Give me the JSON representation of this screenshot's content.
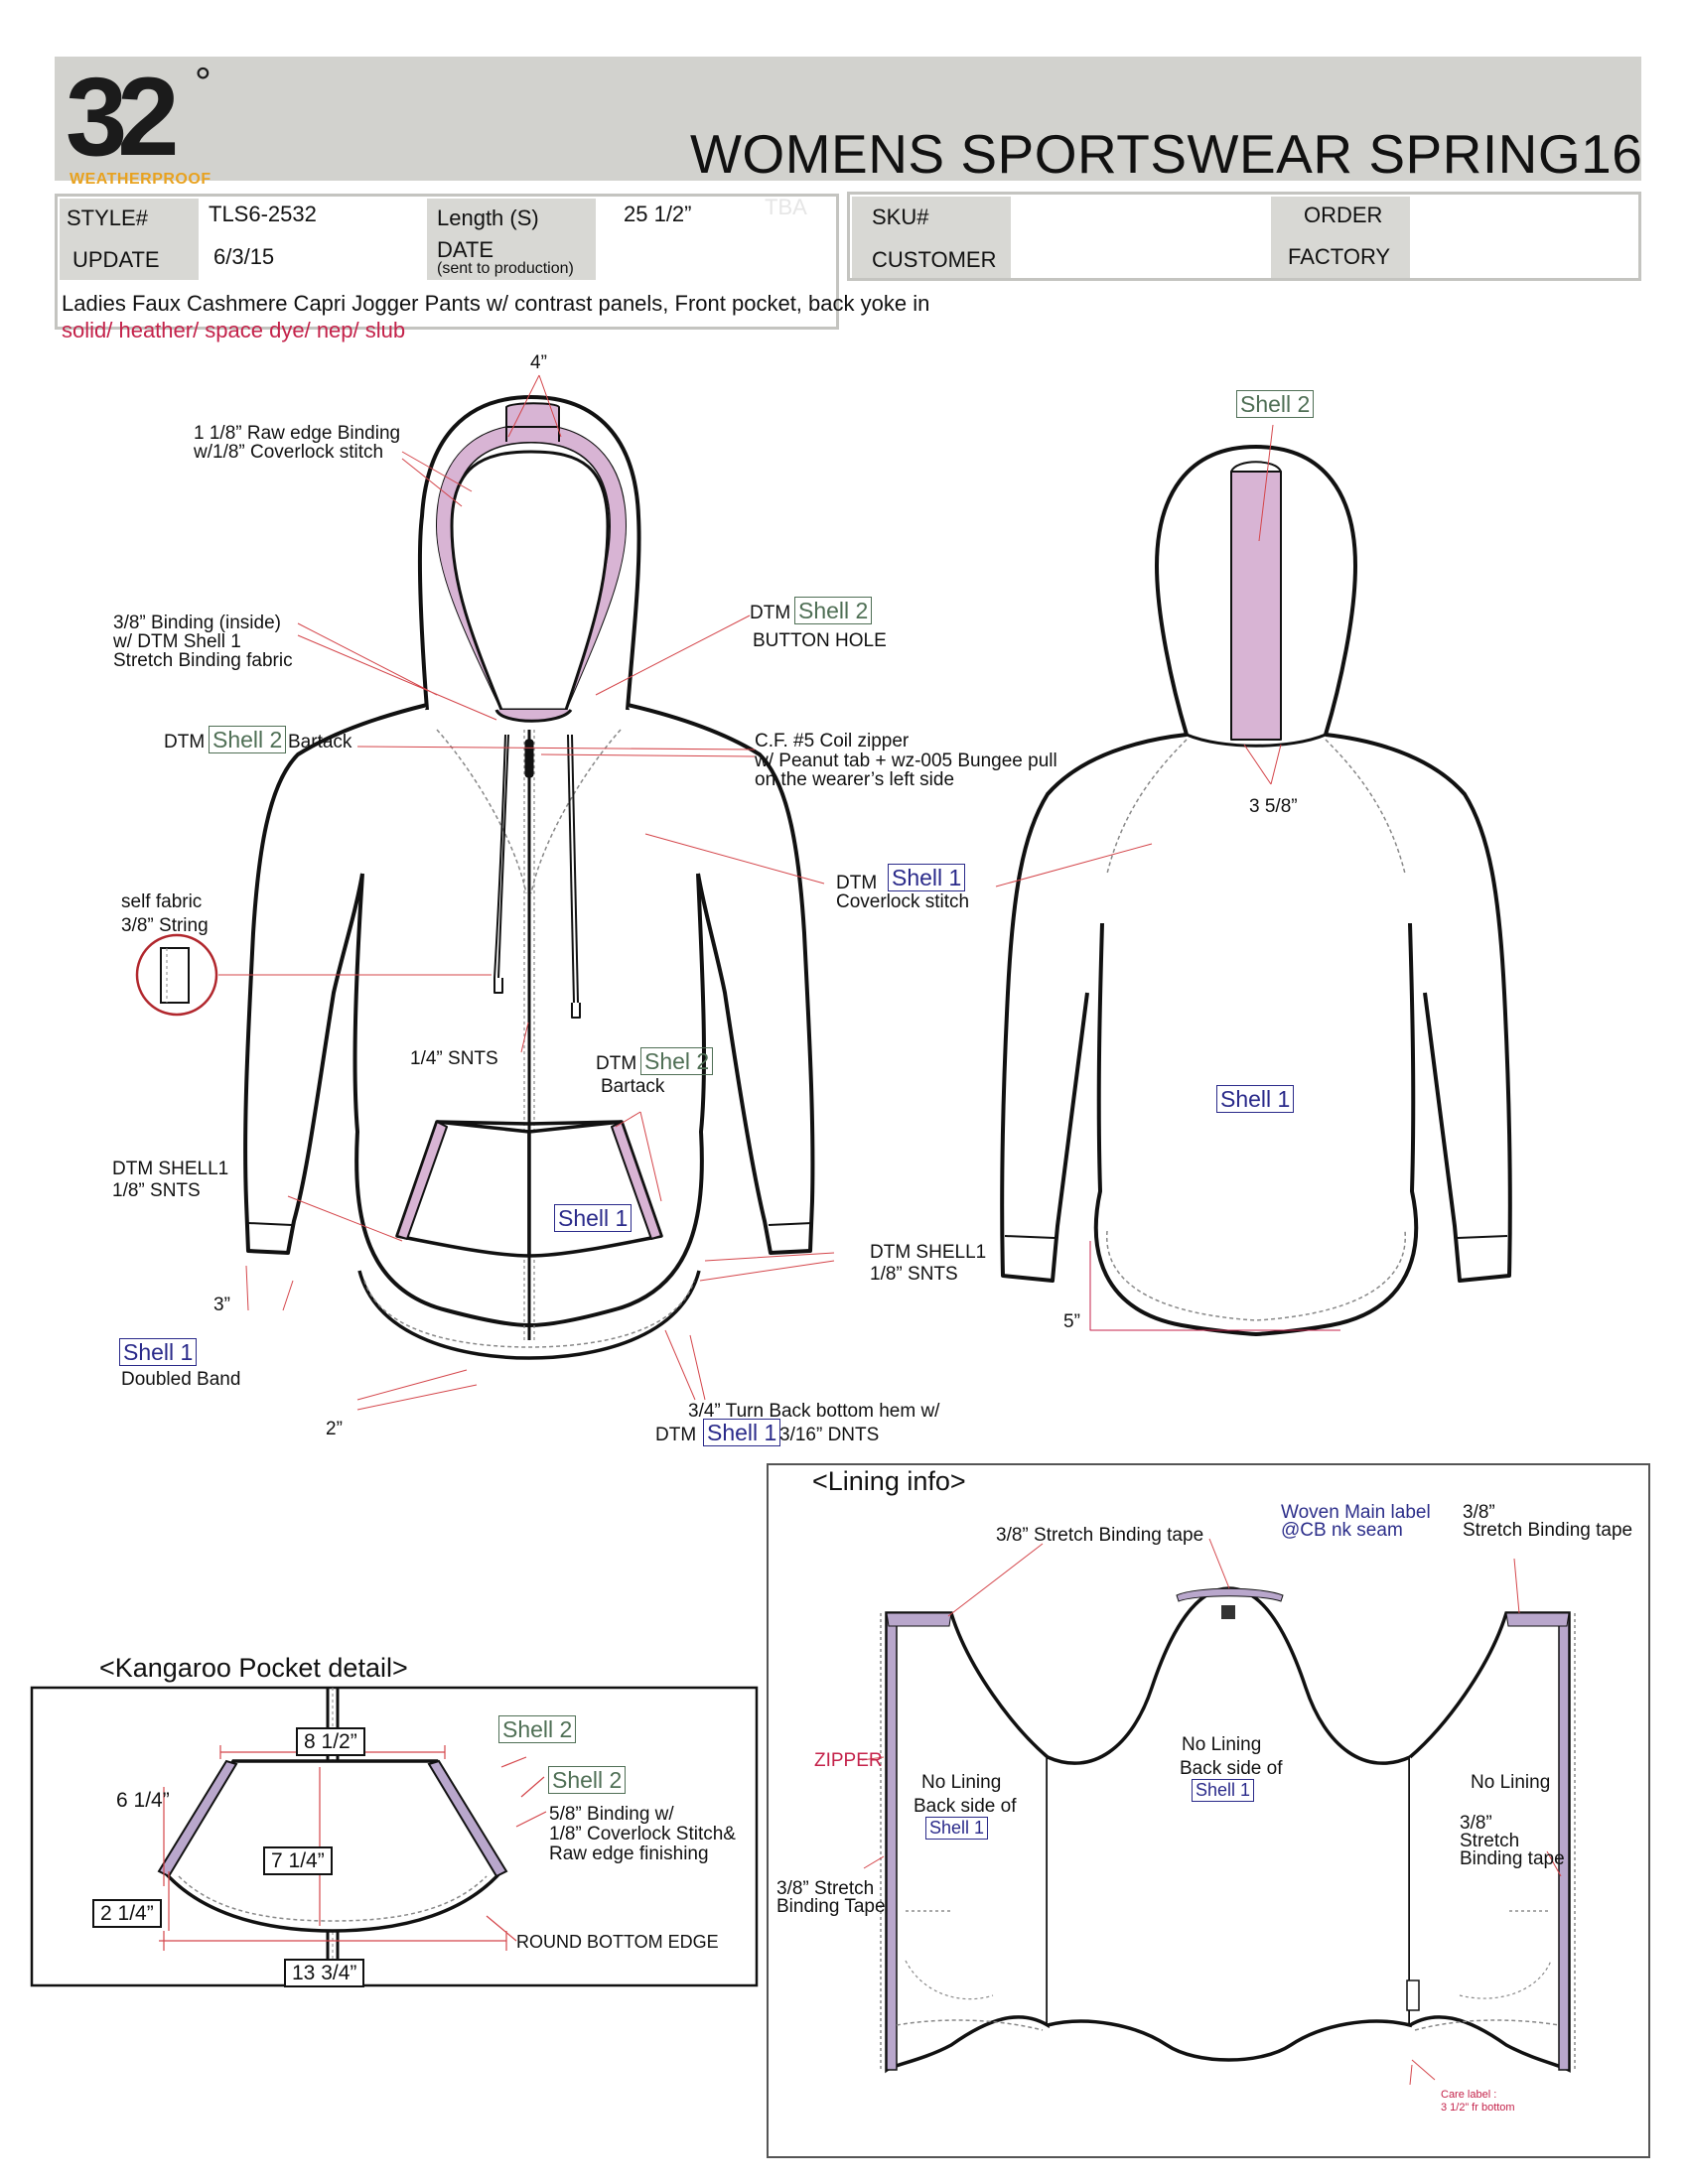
{
  "logo": {
    "number": "32",
    "degree": "°",
    "sub": "WEATHERPROOF"
  },
  "title": "WOMENS SPORTSWEAR  SPRING16",
  "header": {
    "style_label": "STYLE#",
    "style_value": "TLS6-2532",
    "update_label": "UPDATE",
    "update_value": "6/3/15",
    "length_label": "Length (S)",
    "length_value": "25 1/2”",
    "date_label": "DATE",
    "date_note": "(sent to production)",
    "date_value": "TBA",
    "sku_label": "SKU#",
    "customer_label": "CUSTOMER",
    "order_label": "ORDER",
    "factory_label": "FACTORY"
  },
  "description": "Ladies Faux Cashmere Capri Jogger Pants w/ contrast panels,  Front pocket, back yoke in",
  "variants": "solid/ heather/ space dye/ nep/ slub",
  "front": {
    "hood_width": "4”",
    "binding1": "1 1/8” Raw edge Binding",
    "binding2": "w/1/8” Coverlock stitch",
    "inner1": "3/8” Binding (inside)",
    "inner2": "w/ DTM Shell 1",
    "inner3": "Stretch Binding fabric",
    "dtm": "DTM",
    "shell2": "Shell 2",
    "shell1": "Shell 1",
    "shel2": "Shel 2",
    "button_hole": "BUTTON HOLE",
    "bartack": "Bartack",
    "zip1": "C.F. #5 Coil zipper",
    "zip2": "w/ Peanut tab + wz-005 Bungee pull",
    "zip3": "on the wearer’s left side",
    "coverlock": "Coverlock stitch",
    "self_fabric": "self fabric",
    "string": "3/8” String",
    "snts": "1/4” SNTS",
    "dtm_shell1_a": "DTM SHELL1",
    "snts_18": "1/8” SNTS",
    "cuff": "3”",
    "doubled_band": "Doubled Band",
    "hem_dim": "2”",
    "hem1": "3/4” Turn Back bottom hem w/",
    "hem2": "3/16” DNTS"
  },
  "back": {
    "shell2": "Shell 2",
    "yoke": "3 5/8”",
    "shell1": "Shell 1",
    "drop": "5”"
  },
  "pocket": {
    "title": "<Kangaroo Pocket detail>",
    "w_top": "8 1/2”",
    "side": "6 1/4”",
    "center": "7 1/4”",
    "corner": "2 1/4”",
    "bottom": "13 3/4”",
    "shell2": "Shell 2",
    "bind1": "5/8” Binding w/",
    "bind2": "1/8” Coverlock Stitch&",
    "bind3": "Raw edge finishing",
    "round": "ROUND BOTTOM EDGE"
  },
  "lining": {
    "title": "<Lining info>",
    "tape_left": "3/8” Stretch Binding tape",
    "woven1": "Woven Main label",
    "woven2": "@CB nk seam",
    "tape_r1": "3/8”",
    "tape_r2": "Stretch Binding tape",
    "zipper": "ZIPPER",
    "no_lining": "No Lining",
    "back_side": "Back side of",
    "shell1": "Shell 1",
    "stretch1": "3/8” Stretch",
    "stretch2": "Binding Tape",
    "rt1": "3/8”",
    "rt2": "Stretch",
    "rt3": "Binding tape",
    "care1": "Care label :",
    "care2": "3 1/2” fr bottom"
  }
}
